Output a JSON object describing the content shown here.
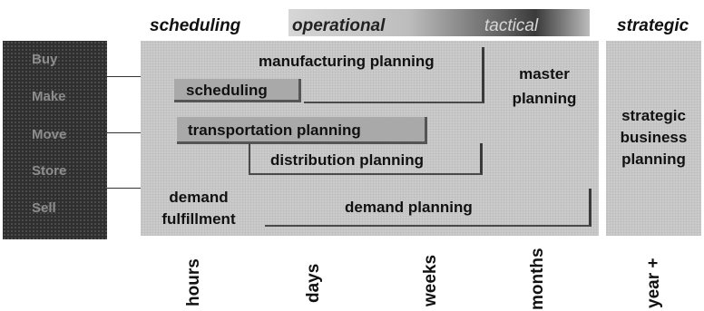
{
  "headers": {
    "scheduling": "scheduling",
    "operational": "operational",
    "tactical": "tactical",
    "strategic": "strategic"
  },
  "left_items": [
    "Buy",
    "Make",
    "Move",
    "Store",
    "Sell"
  ],
  "boxes": {
    "manufacturing_planning": "manufacturing planning",
    "scheduling": "scheduling",
    "master_planning_line1": "master",
    "master_planning_line2": "planning",
    "transportation_planning": "transportation planning",
    "distribution_planning": "distribution planning",
    "demand_fulfillment_line1": "demand",
    "demand_fulfillment_line2": "fulfillment",
    "demand_planning": "demand planning",
    "strategic_line1": "strategic",
    "strategic_line2": "business",
    "strategic_line3": "planning"
  },
  "time_axis": [
    "hours",
    "days",
    "weeks",
    "months",
    "year +"
  ]
}
